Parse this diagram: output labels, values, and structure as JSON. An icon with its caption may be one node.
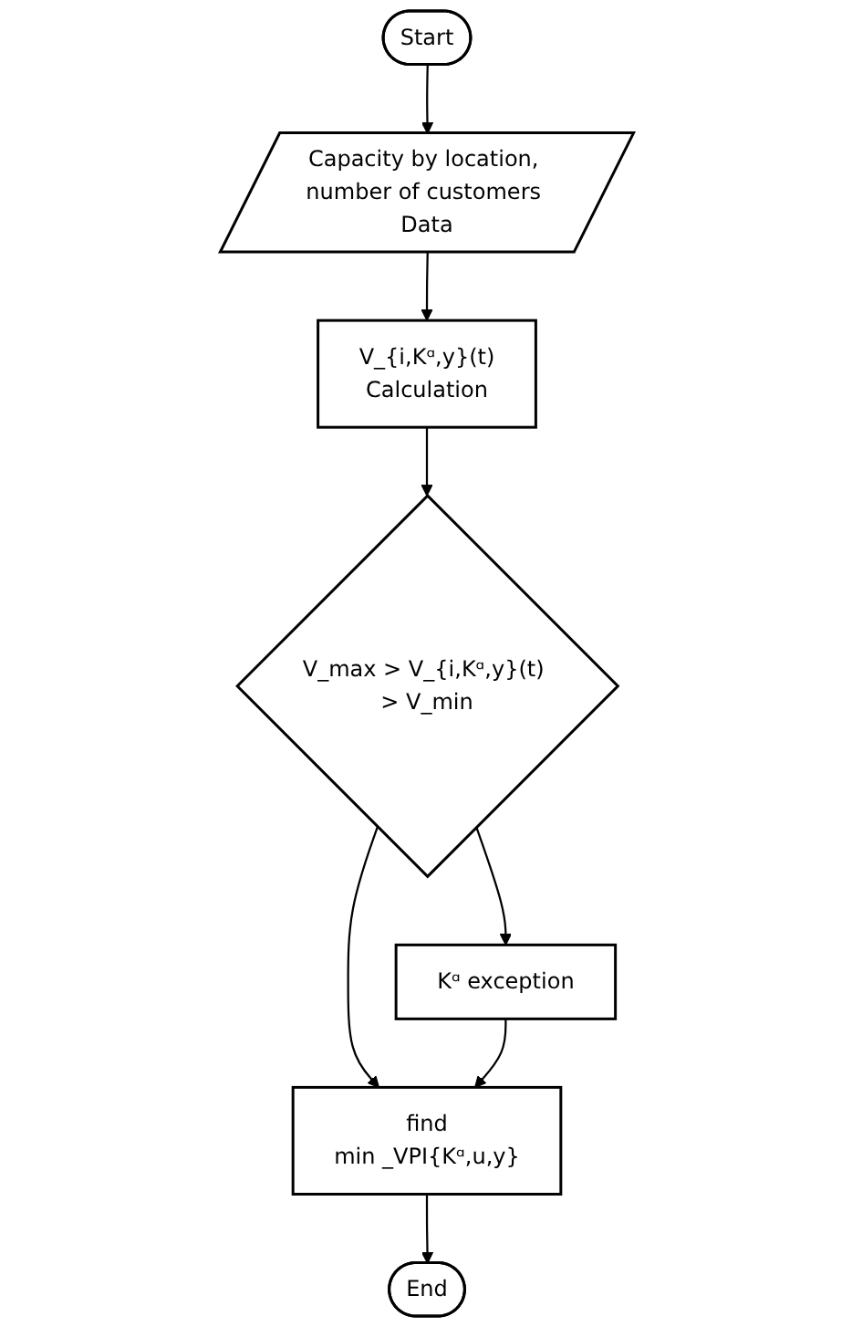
{
  "diagram": {
    "nodes": [
      {
        "text": [
          "Start"
        ]
      },
      {
        "text": [
          "Capacity by location, number of customers Data"
        ]
      },
      {
        "text": [
          "V_{i,Kᵅ,y}(t)",
          "Calculation"
        ]
      },
      {
        "text": [
          "V_max > V_{i,Kᵅ,y}(t) > V_min"
        ]
      },
      {
        "text": [
          "Kᵅ exception"
        ]
      },
      {
        "text": [
          "find",
          "min _VPI{Kᵅ,u,y}"
        ]
      },
      {
        "text": [
          "End"
        ]
      }
    ],
    "edges": [
      {
        "from": 0,
        "to": 1,
        "arrow": "to"
      },
      {
        "from": 1,
        "to": 2,
        "arrow": "to"
      },
      {
        "from": 2,
        "to": 3,
        "arrow": "to"
      },
      {
        "from": 3,
        "to": 4,
        "arrow": "to"
      },
      {
        "from": 3,
        "to": 5,
        "arrow": "to"
      },
      {
        "from": 4,
        "to": 5,
        "arrow": "to"
      },
      {
        "from": 5,
        "to": 6,
        "arrow": "to"
      }
    ]
  }
}
